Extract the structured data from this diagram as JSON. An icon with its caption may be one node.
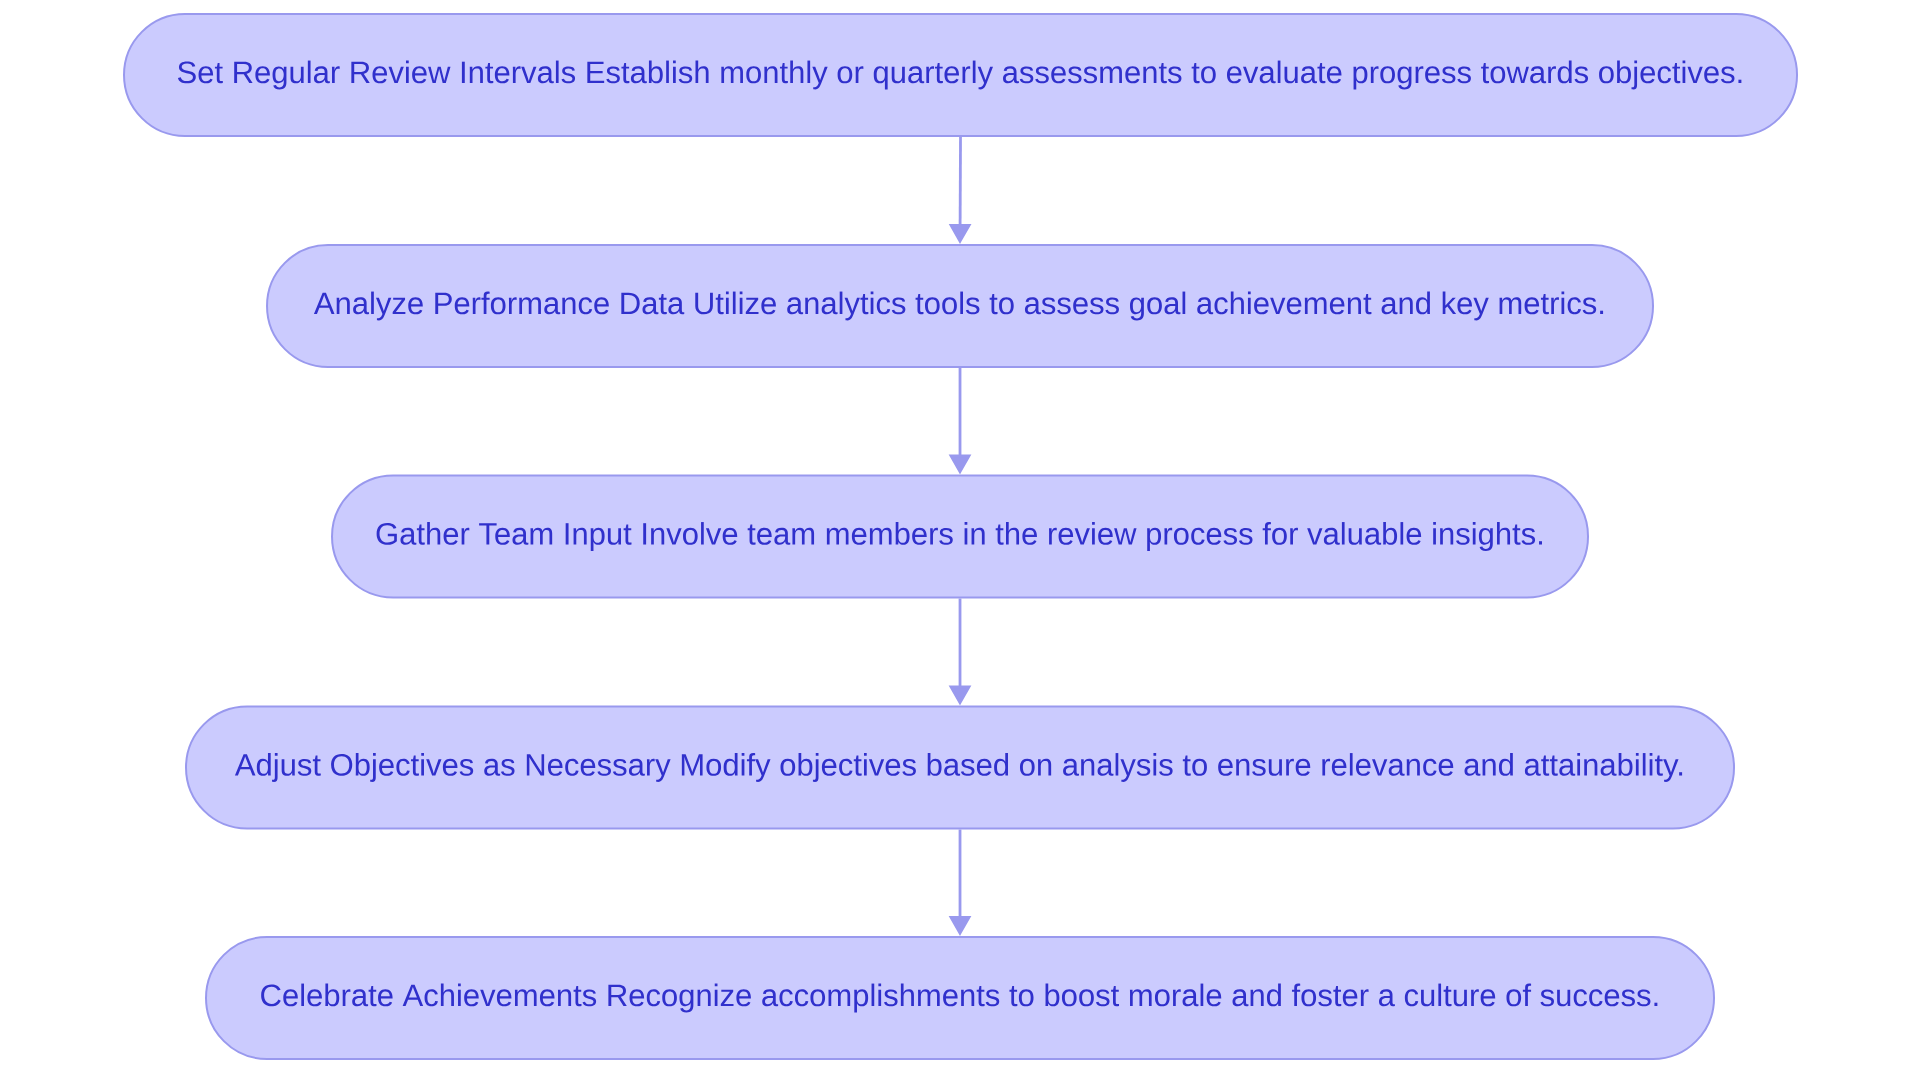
{
  "diagram": {
    "nodes": [
      {
        "text": [
          "Set Regular Review Intervals Establish monthly or quarterly assessments to evaluate progress towards objectives."
        ]
      },
      {
        "text": [
          "Analyze Performance Data Utilize analytics tools to assess goal achievement and key metrics."
        ]
      },
      {
        "text": [
          "Gather Team Input Involve team members in the review process for valuable insights."
        ]
      },
      {
        "text": [
          "Adjust Objectives as Necessary Modify objectives based on analysis to ensure relevance and attainability."
        ]
      },
      {
        "text": [
          "Celebrate Achievements Recognize accomplishments to boost morale and foster a culture of success."
        ]
      }
    ],
    "edges": [
      {
        "from": 0,
        "to": 1,
        "arrow": "to"
      },
      {
        "from": 1,
        "to": 2,
        "arrow": "to"
      },
      {
        "from": 2,
        "to": 3,
        "arrow": "to"
      },
      {
        "from": 3,
        "to": 4,
        "arrow": "to"
      }
    ]
  }
}
